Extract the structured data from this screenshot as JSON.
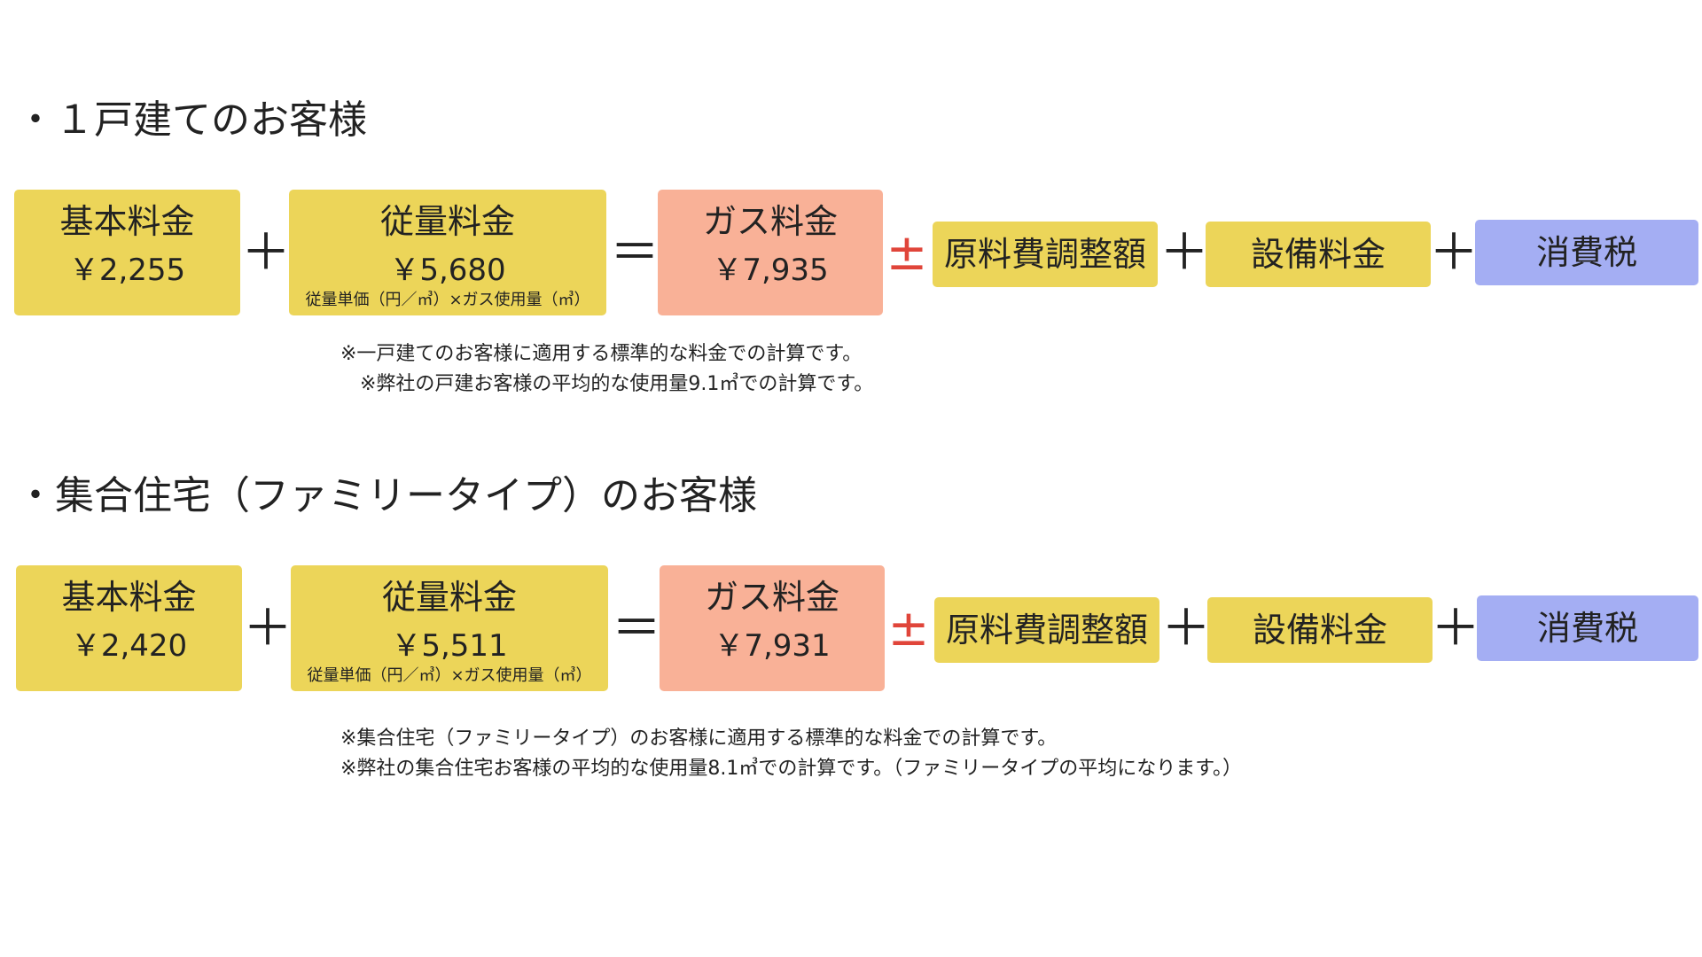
{
  "colors": {
    "base_box": "#ecd559",
    "gas_box": "#f9b197",
    "tax_box": "#a4aef3",
    "pm_sign": "#e0453a"
  },
  "sections": [
    {
      "title": "・１戸建てのお客様",
      "basic": {
        "label": "基本料金",
        "price": "￥2,255"
      },
      "usage": {
        "label": "従量料金",
        "price": "￥5,680",
        "formula": "従量単価（円／㎥）×ガス使用量（㎥）"
      },
      "gas": {
        "label": "ガス料金",
        "price": "￥7,935"
      },
      "raw": {
        "label": "原料費調整額"
      },
      "equip": {
        "label": "設備料金"
      },
      "tax": {
        "label": "消費税"
      },
      "ops": {
        "plus": "＋",
        "equals": "＝",
        "pm": "±"
      },
      "notes": [
        "※一戸建てのお客様に適用する標準的な料金での計算です。",
        "　※弊社の戸建お客様の平均的な使用量9.1㎥での計算です。"
      ]
    },
    {
      "title": "・集合住宅（ファミリータイプ）のお客様",
      "basic": {
        "label": "基本料金",
        "price": "￥2,420"
      },
      "usage": {
        "label": "従量料金",
        "price": "￥5,511",
        "formula": "従量単価（円／㎥）×ガス使用量（㎥）"
      },
      "gas": {
        "label": "ガス料金",
        "price": "￥7,931"
      },
      "raw": {
        "label": "原料費調整額"
      },
      "equip": {
        "label": "設備料金"
      },
      "tax": {
        "label": "消費税"
      },
      "ops": {
        "plus": "＋",
        "equals": "＝",
        "pm": "±"
      },
      "notes": [
        "※集合住宅（ファミリータイプ）のお客様に適用する標準的な料金での計算です。",
        "※弊社の集合住宅お客様の平均的な使用量8.1㎥での計算です。（ファミリータイプの平均になります。）"
      ]
    }
  ]
}
